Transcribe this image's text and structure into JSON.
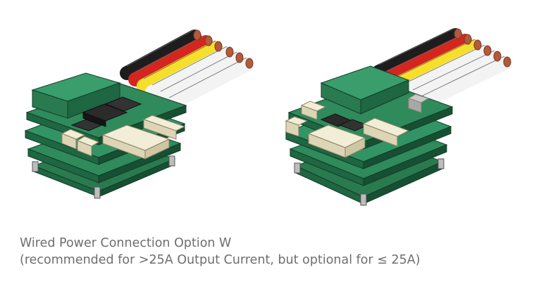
{
  "caption": {
    "title": "Wired Power Connection Option W",
    "subtitle": "(recommended for >25A Output Current, but optional for ≤ 25A)"
  },
  "colors": {
    "pcb": "#2f8a5c",
    "pcb_dark": "#1f6642",
    "connector": "#ece7cf",
    "wire_black": "#1d1d1d",
    "wire_red": "#d4261f",
    "wire_yellow": "#f5df2a",
    "wire_white": "#f3f3f3",
    "copper": "#b35a3c"
  },
  "figures": [
    {
      "name": "left-view",
      "icon": "drive-board-assembly-left"
    },
    {
      "name": "right-view",
      "icon": "drive-board-assembly-right"
    }
  ]
}
